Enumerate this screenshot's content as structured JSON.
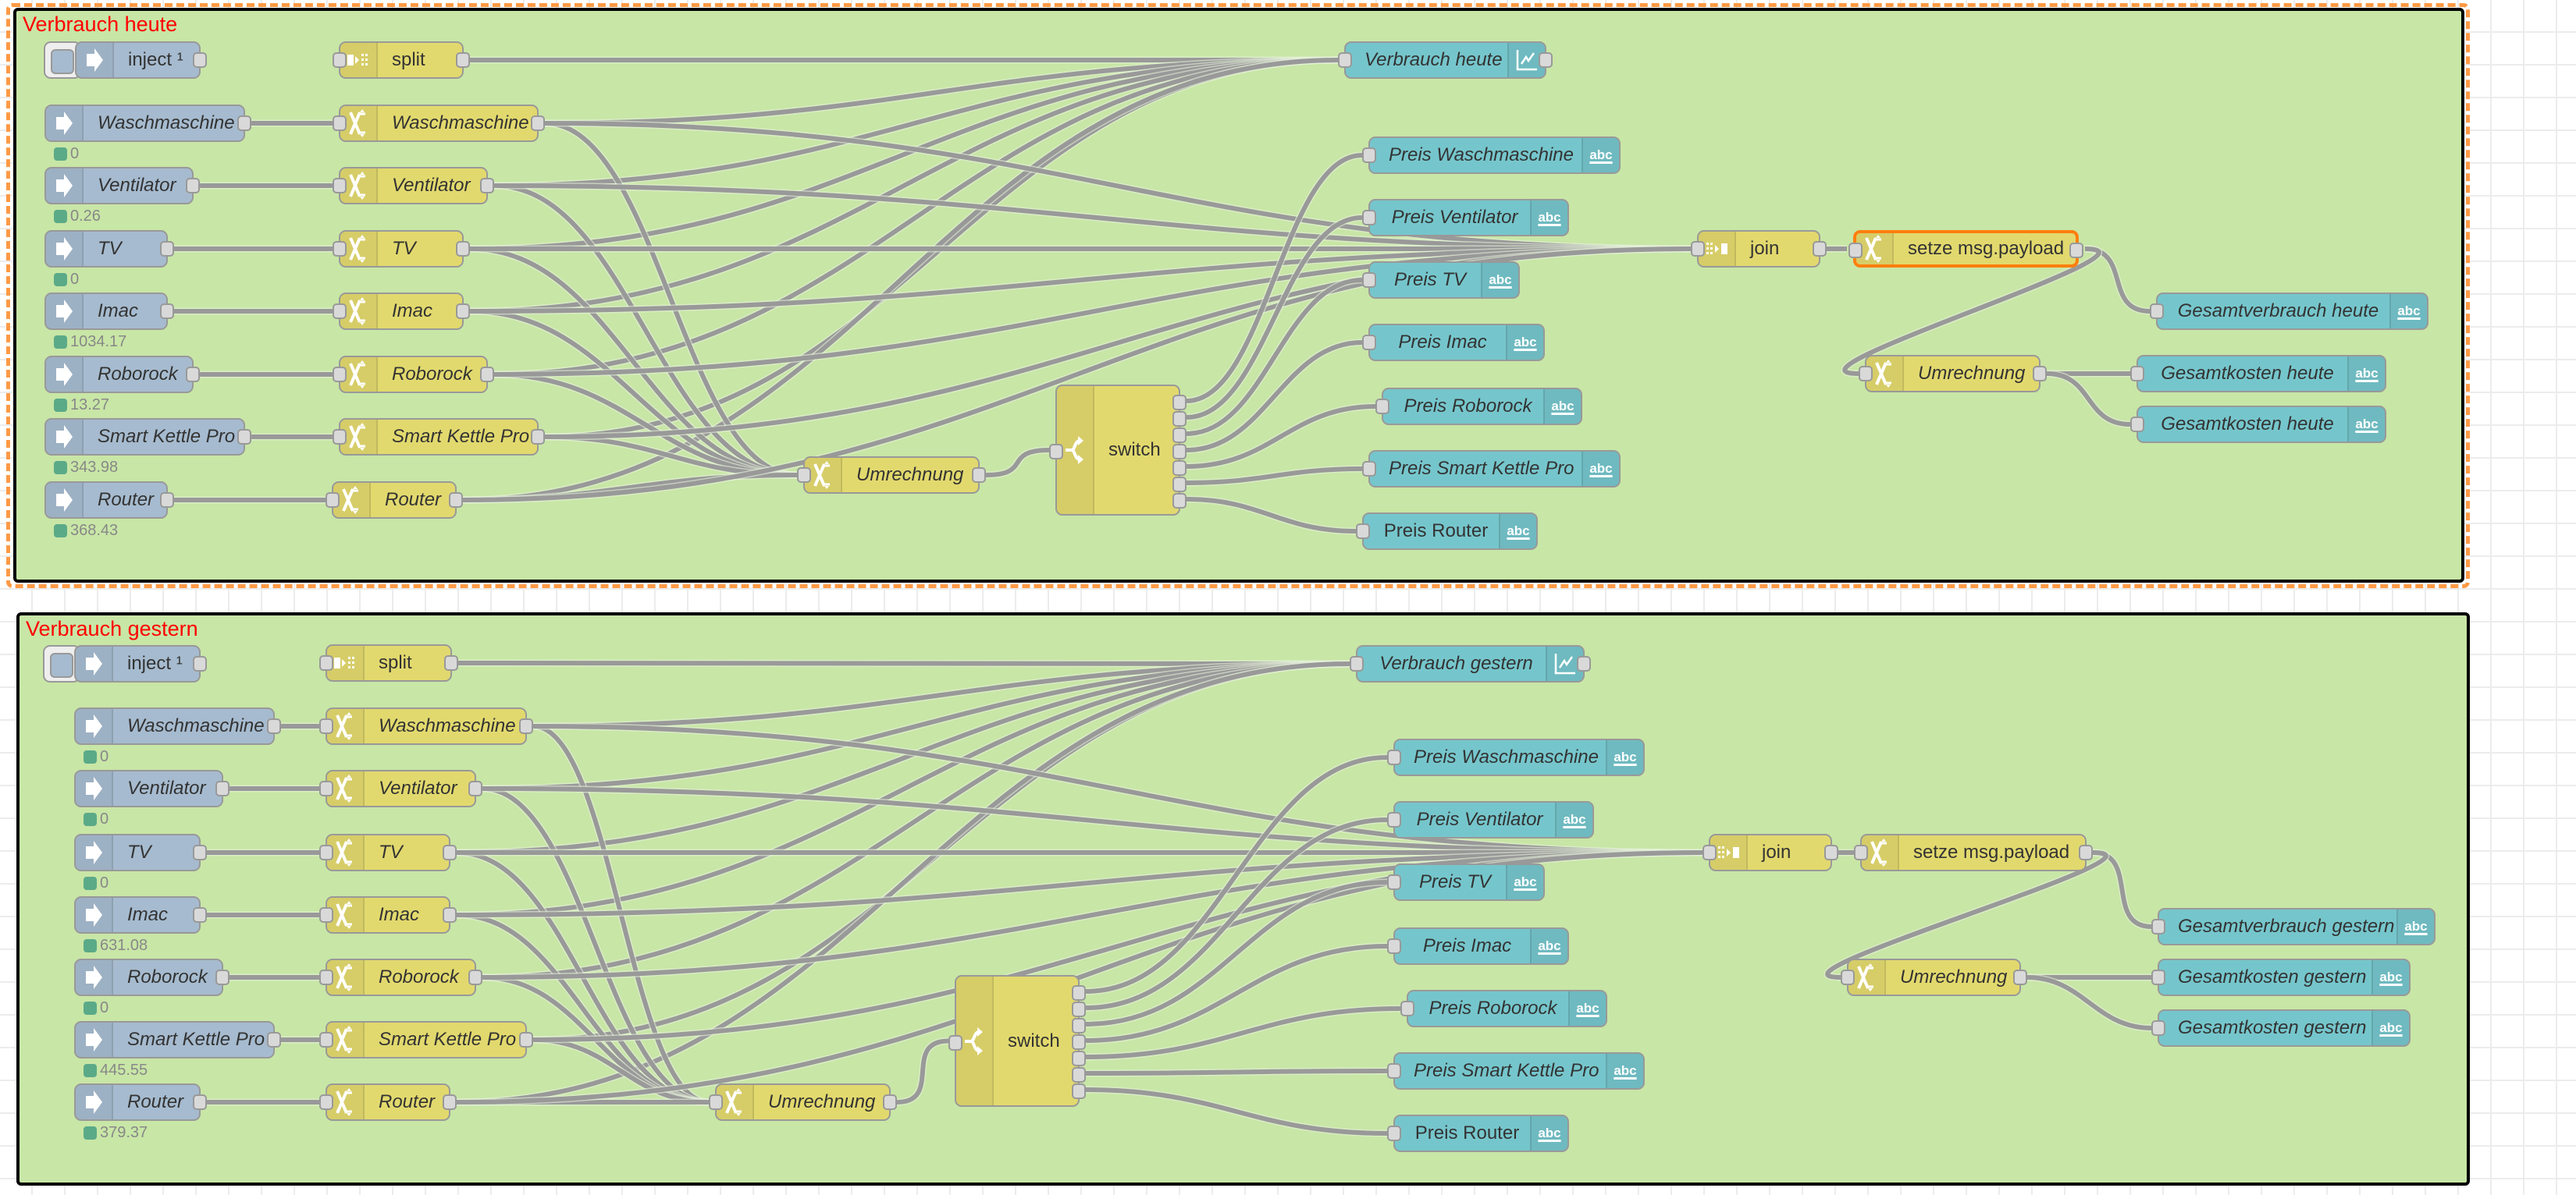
{
  "colors": {
    "group_fill": "#c8e6a6",
    "group_title": "#ff0000",
    "selection": "#ff9a45",
    "inject_node": "#a6bbcf",
    "function_node": "#e2d96e",
    "output_node": "#75c6cc",
    "status_dot": "#5aaa88",
    "wire": "#999999"
  },
  "groups": [
    {
      "title": "Verbrauch heute",
      "selected": true,
      "nodes": {
        "inject": {
          "label": "inject ¹",
          "icon": "arrow-in-icon"
        },
        "split": {
          "label": "split",
          "icon": "split-icon"
        },
        "in_wasch": {
          "label": "Waschmaschine",
          "status": "0"
        },
        "in_vent": {
          "label": "Ventilator",
          "status": "0.26"
        },
        "in_tv": {
          "label": "TV",
          "status": "0"
        },
        "in_imac": {
          "label": "Imac",
          "status": "1034.17"
        },
        "in_robo": {
          "label": "Roborock",
          "status": "13.27"
        },
        "in_skp": {
          "label": "Smart Kettle Pro",
          "status": "343.98"
        },
        "in_router": {
          "label": "Router",
          "status": "368.43"
        },
        "ch_wasch": {
          "label": "Waschmaschine"
        },
        "ch_vent": {
          "label": "Ventilator"
        },
        "ch_tv": {
          "label": "TV"
        },
        "ch_imac": {
          "label": "Imac"
        },
        "ch_robo": {
          "label": "Roborock"
        },
        "ch_skp": {
          "label": "Smart Kettle Pro"
        },
        "ch_router": {
          "label": "Router"
        },
        "umrechnung": {
          "label": "Umrechnung"
        },
        "switch": {
          "label": "switch"
        },
        "chart": {
          "label": "Verbrauch heute"
        },
        "p_wasch": {
          "label": "Preis Waschmaschine"
        },
        "p_vent": {
          "label": "Preis Ventilator"
        },
        "p_tv": {
          "label": "Preis TV"
        },
        "p_imac": {
          "label": "Preis Imac"
        },
        "p_robo": {
          "label": "Preis Roborock"
        },
        "p_skp": {
          "label": "Preis Smart Kettle Pro"
        },
        "p_router": {
          "label": "Preis Router"
        },
        "join": {
          "label": "join"
        },
        "setze": {
          "label": "setze msg.payload"
        },
        "gesamtverbrauch": {
          "label": "Gesamtverbrauch heute"
        },
        "umrechnung2": {
          "label": "Umrechnung"
        },
        "kosten1": {
          "label": "Gesamtkosten heute"
        },
        "kosten2": {
          "label": "Gesamtkosten heute"
        }
      }
    },
    {
      "title": "Verbrauch gestern",
      "selected": false,
      "nodes": {
        "inject": {
          "label": "inject ¹",
          "icon": "arrow-in-icon"
        },
        "split": {
          "label": "split",
          "icon": "split-icon"
        },
        "in_wasch": {
          "label": "Waschmaschine",
          "status": "0"
        },
        "in_vent": {
          "label": "Ventilator",
          "status": "0"
        },
        "in_tv": {
          "label": "TV",
          "status": "0"
        },
        "in_imac": {
          "label": "Imac",
          "status": "631.08"
        },
        "in_robo": {
          "label": "Roborock",
          "status": "0"
        },
        "in_skp": {
          "label": "Smart Kettle Pro",
          "status": "445.55"
        },
        "in_router": {
          "label": "Router",
          "status": "379.37"
        },
        "ch_wasch": {
          "label": "Waschmaschine"
        },
        "ch_vent": {
          "label": "Ventilator"
        },
        "ch_tv": {
          "label": "TV"
        },
        "ch_imac": {
          "label": "Imac"
        },
        "ch_robo": {
          "label": "Roborock"
        },
        "ch_skp": {
          "label": "Smart Kettle Pro"
        },
        "ch_router": {
          "label": "Router"
        },
        "umrechnung": {
          "label": "Umrechnung"
        },
        "switch": {
          "label": "switch"
        },
        "chart": {
          "label": "Verbrauch gestern"
        },
        "p_wasch": {
          "label": "Preis Waschmaschine"
        },
        "p_vent": {
          "label": "Preis Ventilator"
        },
        "p_tv": {
          "label": "Preis TV"
        },
        "p_imac": {
          "label": "Preis Imac"
        },
        "p_robo": {
          "label": "Preis Roborock"
        },
        "p_skp": {
          "label": "Preis Smart Kettle Pro"
        },
        "p_router": {
          "label": "Preis Router"
        },
        "join": {
          "label": "join"
        },
        "setze": {
          "label": "setze msg.payload"
        },
        "gesamtverbrauch": {
          "label": "Gesamtverbrauch gestern"
        },
        "umrechnung2": {
          "label": "Umrechnung"
        },
        "kosten1": {
          "label": "Gesamtkosten gestern"
        },
        "kosten2": {
          "label": "Gesamtkosten gestern"
        }
      }
    }
  ],
  "text_output_icon": "abc",
  "connections": [
    [
      "split",
      0,
      "chart"
    ],
    [
      "in_wasch",
      0,
      "ch_wasch"
    ],
    [
      "in_vent",
      0,
      "ch_vent"
    ],
    [
      "in_tv",
      0,
      "ch_tv"
    ],
    [
      "in_imac",
      0,
      "ch_imac"
    ],
    [
      "in_robo",
      0,
      "ch_robo"
    ],
    [
      "in_skp",
      0,
      "ch_skp"
    ],
    [
      "in_router",
      0,
      "ch_router"
    ],
    [
      "ch_wasch",
      0,
      "chart"
    ],
    [
      "ch_vent",
      0,
      "chart"
    ],
    [
      "ch_tv",
      0,
      "chart"
    ],
    [
      "ch_imac",
      0,
      "chart"
    ],
    [
      "ch_robo",
      0,
      "chart"
    ],
    [
      "ch_skp",
      0,
      "chart"
    ],
    [
      "ch_router",
      0,
      "chart"
    ],
    [
      "ch_wasch",
      0,
      "umrechnung"
    ],
    [
      "ch_vent",
      0,
      "umrechnung"
    ],
    [
      "ch_tv",
      0,
      "umrechnung"
    ],
    [
      "ch_imac",
      0,
      "umrechnung"
    ],
    [
      "ch_robo",
      0,
      "umrechnung"
    ],
    [
      "ch_skp",
      0,
      "umrechnung"
    ],
    [
      "ch_router",
      0,
      "umrechnung"
    ],
    [
      "ch_wasch",
      0,
      "join"
    ],
    [
      "ch_vent",
      0,
      "join"
    ],
    [
      "ch_tv",
      0,
      "join"
    ],
    [
      "ch_imac",
      0,
      "join"
    ],
    [
      "ch_robo",
      0,
      "join"
    ],
    [
      "ch_skp",
      0,
      "join"
    ],
    [
      "ch_router",
      0,
      "join"
    ],
    [
      "umrechnung",
      0,
      "switch"
    ],
    [
      "switch",
      0,
      "p_wasch"
    ],
    [
      "switch",
      1,
      "p_vent"
    ],
    [
      "switch",
      2,
      "p_tv"
    ],
    [
      "switch",
      3,
      "p_imac"
    ],
    [
      "switch",
      4,
      "p_robo"
    ],
    [
      "switch",
      5,
      "p_skp"
    ],
    [
      "switch",
      6,
      "p_router"
    ],
    [
      "join",
      0,
      "setze"
    ],
    [
      "setze",
      0,
      "gesamtverbrauch"
    ],
    [
      "setze",
      0,
      "umrechnung2"
    ],
    [
      "umrechnung2",
      0,
      "kosten1"
    ],
    [
      "umrechnung2",
      0,
      "kosten2"
    ]
  ]
}
